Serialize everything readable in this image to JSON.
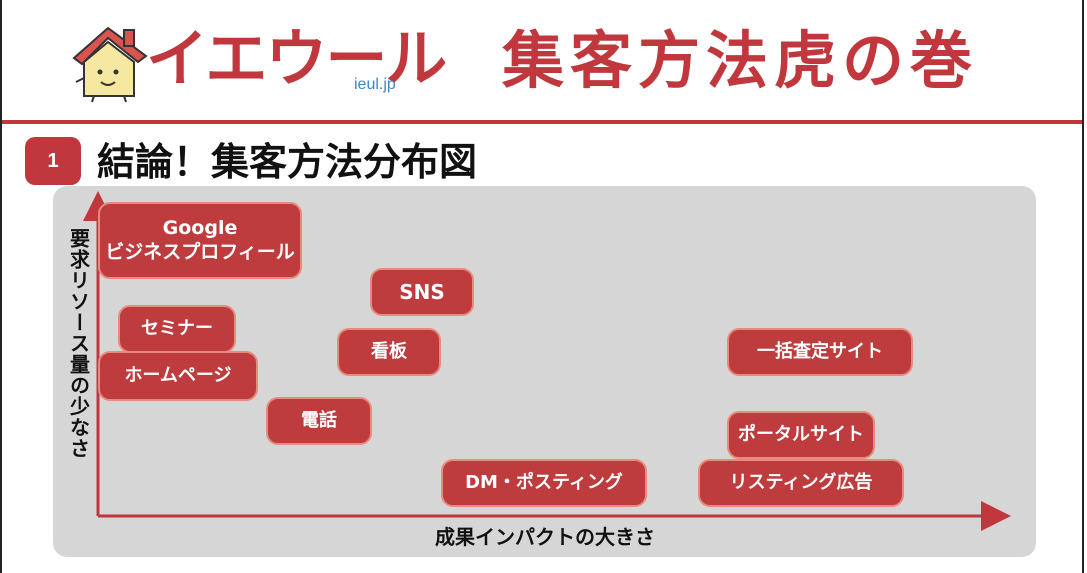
{
  "header": {
    "brand": "イエウール",
    "brand_sub": "ieul.jp",
    "title": "集客方法虎の巻"
  },
  "section": {
    "number": "1",
    "title": "結論！集客方法分布図"
  },
  "diagram": {
    "y_axis_label": "要求リソース量の少なさ",
    "x_axis_label": "成果インパクトの大きさ",
    "nodes": [
      {
        "id": "google",
        "line1": "Google",
        "line2": "ビジネスプロフィール"
      },
      {
        "id": "sns",
        "line1": "SNS"
      },
      {
        "id": "seminar",
        "line1": "セミナー"
      },
      {
        "id": "kanban",
        "line1": "看板"
      },
      {
        "id": "ikkatsu",
        "line1": "一括査定サイト"
      },
      {
        "id": "homepage",
        "line1": "ホームページ"
      },
      {
        "id": "denwa",
        "line1": "電話"
      },
      {
        "id": "portal",
        "line1": "ポータルサイト"
      },
      {
        "id": "dm",
        "line1": "DM・ポスティング"
      },
      {
        "id": "listing",
        "line1": "リスティング広告"
      }
    ]
  },
  "colors": {
    "accent": "#c0383d",
    "node_fill": "#be3b3e",
    "node_border": "#e88a7c",
    "panel": "#d6d6d6",
    "brand_sub": "#3d87c7"
  }
}
